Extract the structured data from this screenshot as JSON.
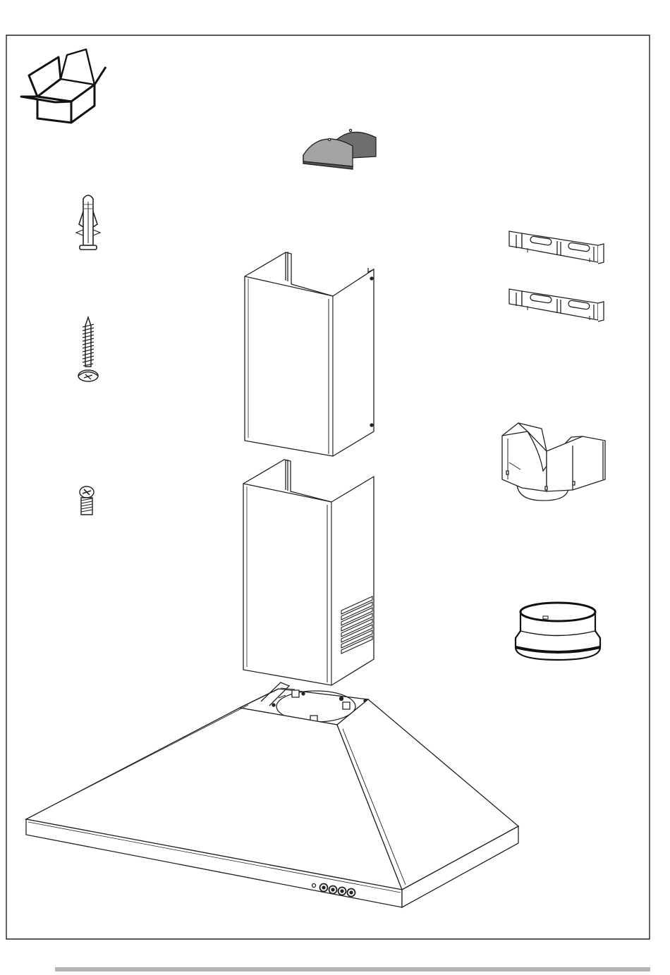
{
  "colors": {
    "background": "#ffffff",
    "line": "#1a1a1a",
    "frame": "#222222",
    "part_fill": "#ffffff",
    "plate_dark": "#6e6e6e",
    "plate_light": "#a4a4a4",
    "footer_bar": "#b5b5b5"
  },
  "icons": {
    "package": "open-box-icon"
  },
  "parts": [
    "wall-plug",
    "wood-screw",
    "short-screw",
    "half-round-plates",
    "upper-chimney-cover",
    "lower-chimney-cover",
    "hood-canopy",
    "wall-bracket",
    "duct-adapter",
    "round-flange"
  ]
}
